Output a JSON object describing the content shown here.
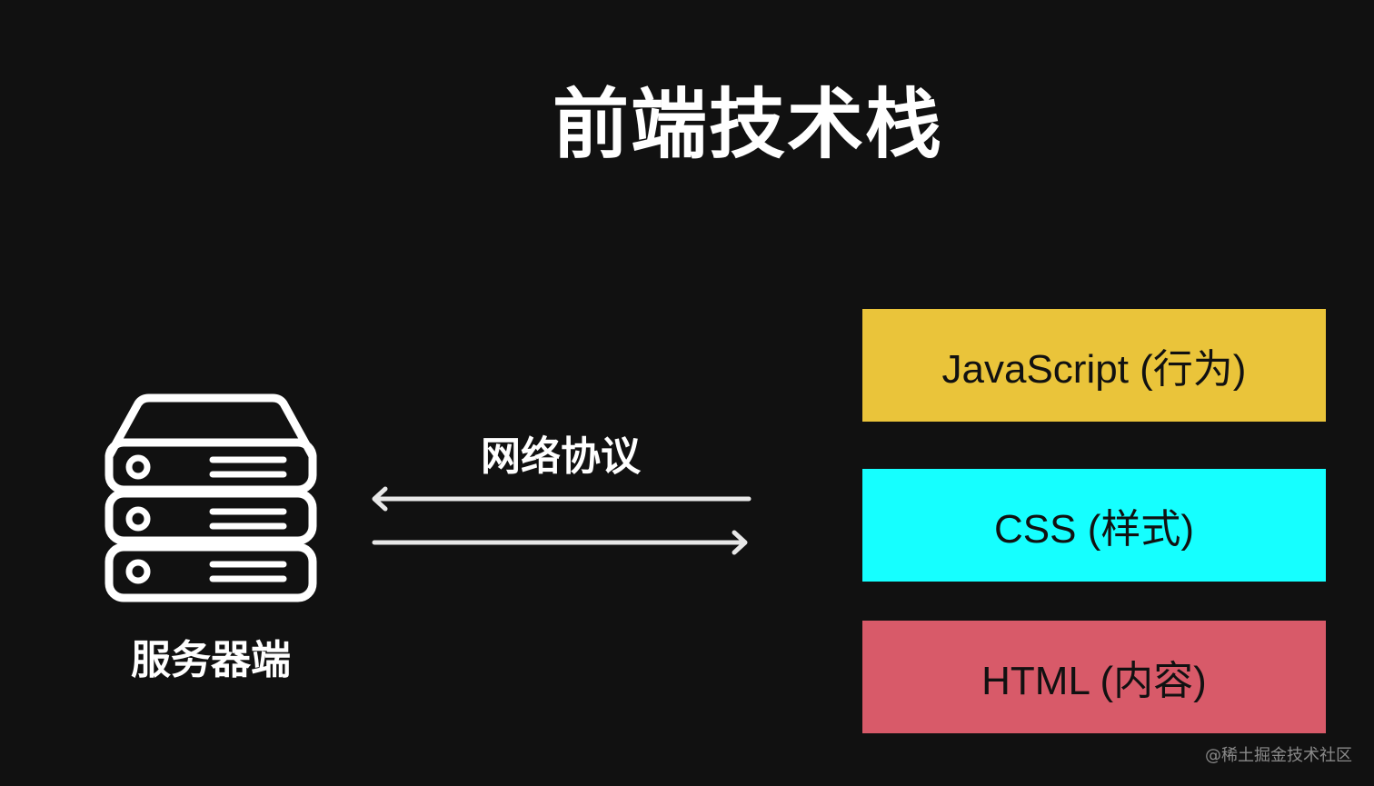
{
  "title": "前端技术栈",
  "server": {
    "label": "服务器端",
    "icon": "server-icon"
  },
  "protocol": {
    "label": "网络协议"
  },
  "layers": [
    {
      "label": "JavaScript (行为)",
      "color": "#EAC43A"
    },
    {
      "label": "CSS (样式)",
      "color": "#15FFFF"
    },
    {
      "label": "HTML (内容)",
      "color": "#D85A69"
    }
  ],
  "watermark": "@稀土掘金技术社区"
}
